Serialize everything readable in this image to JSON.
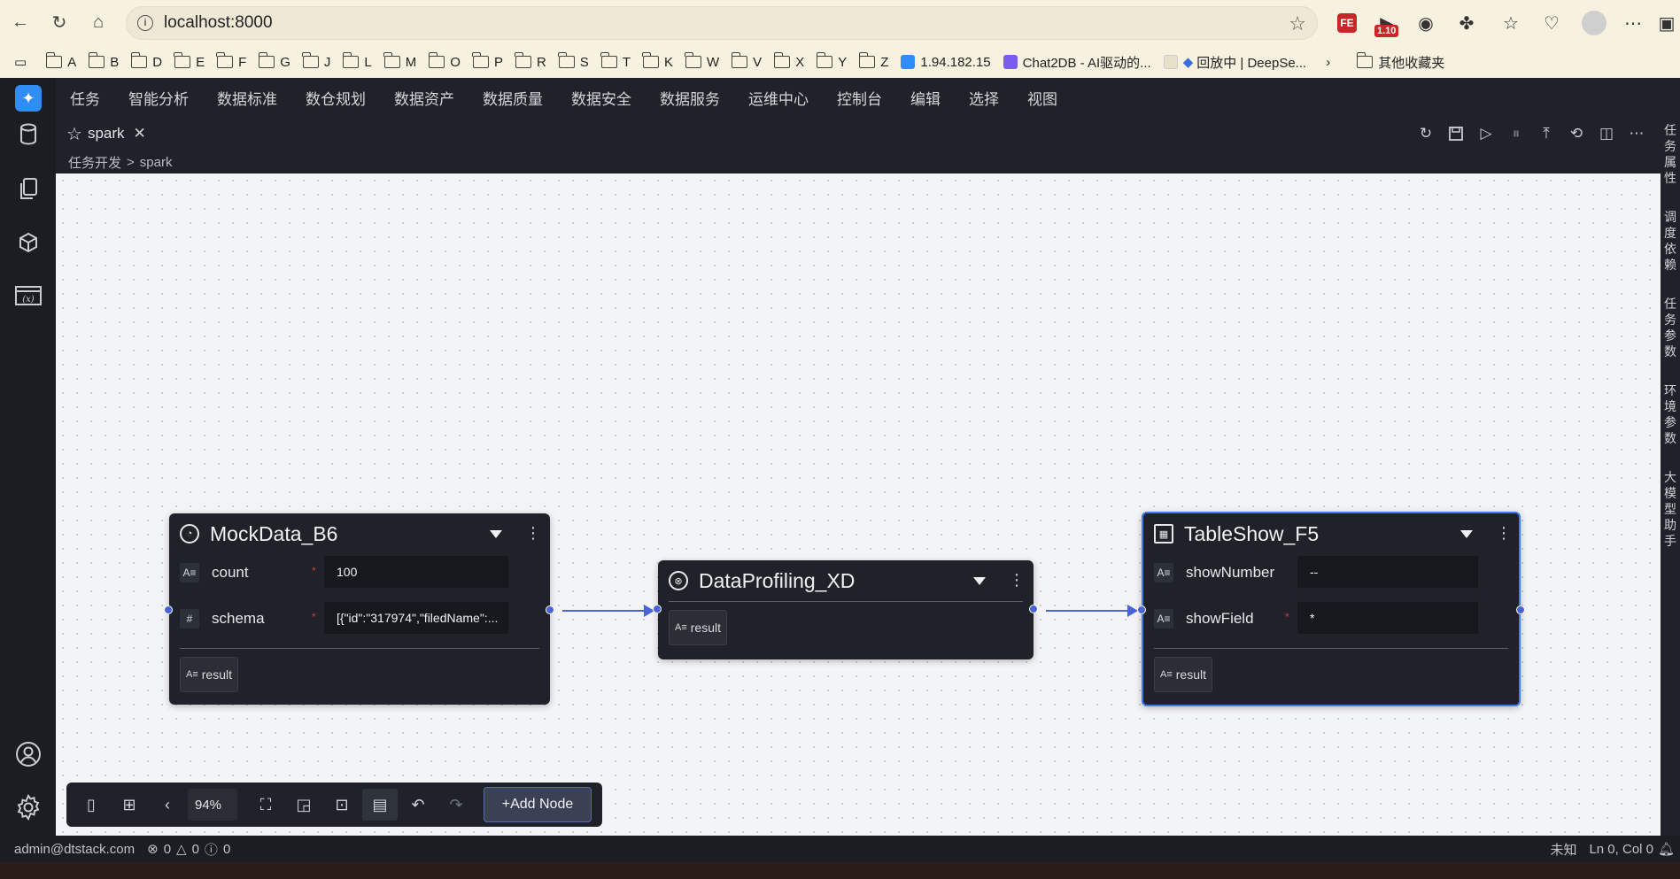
{
  "browser": {
    "url": "localhost:8000",
    "ext_badge": "1.10",
    "ext_fe": "FE",
    "bookmarks": [
      "A",
      "B",
      "D",
      "E",
      "F",
      "G",
      "J",
      "L",
      "M",
      "O",
      "P",
      "R",
      "S",
      "T",
      "K",
      "W",
      "V",
      "X",
      "Y",
      "Z"
    ],
    "bookmark_ip": "1.94.182.15",
    "bookmark_chat2db": "Chat2DB - AI驱动的...",
    "bookmark_deepseek": "回放中 | DeepSe...",
    "bookmark_other": "其他收藏夹"
  },
  "menu": [
    "任务",
    "智能分析",
    "数据标准",
    "数仓规划",
    "数据资产",
    "数据质量",
    "数据安全",
    "数据服务",
    "运维中心",
    "控制台",
    "编辑",
    "选择",
    "视图"
  ],
  "tab": {
    "label": "spark"
  },
  "breadcrumb": {
    "root": "任务开发",
    "sep": ">",
    "current": "spark"
  },
  "right_strip": [
    "任务属性",
    "调度依赖",
    "任务参数",
    "环境参数",
    "大模型助手"
  ],
  "nodes": {
    "mock": {
      "title": "MockData_B6",
      "fields": [
        {
          "type": "A≡",
          "name": "count",
          "value": "100"
        },
        {
          "type": "#",
          "name": "schema",
          "value": "[{\"id\":\"317974\",\"filedName\":..."
        }
      ],
      "output": "result"
    },
    "profiling": {
      "title": "DataProfiling_XD",
      "output": "result"
    },
    "tableshow": {
      "title": "TableShow_F5",
      "fields": [
        {
          "type": "A≡",
          "name": "showNumber",
          "value": "--"
        },
        {
          "type": "A≡",
          "name": "showField",
          "value": "*"
        }
      ],
      "output": "result"
    }
  },
  "bottom_toolbar": {
    "zoom": "94%",
    "add_node": "+Add Node"
  },
  "status": {
    "user": "admin@dtstack.com",
    "errors": "0",
    "warnings": "0",
    "infos": "0",
    "lang": "未知",
    "position": "Ln 0, Col 0"
  },
  "colors": {
    "accent": "#3f7bf0",
    "edge": "#4a63d8",
    "node_bg": "#1f2229",
    "canvas_bg": "#f3f4f7"
  }
}
